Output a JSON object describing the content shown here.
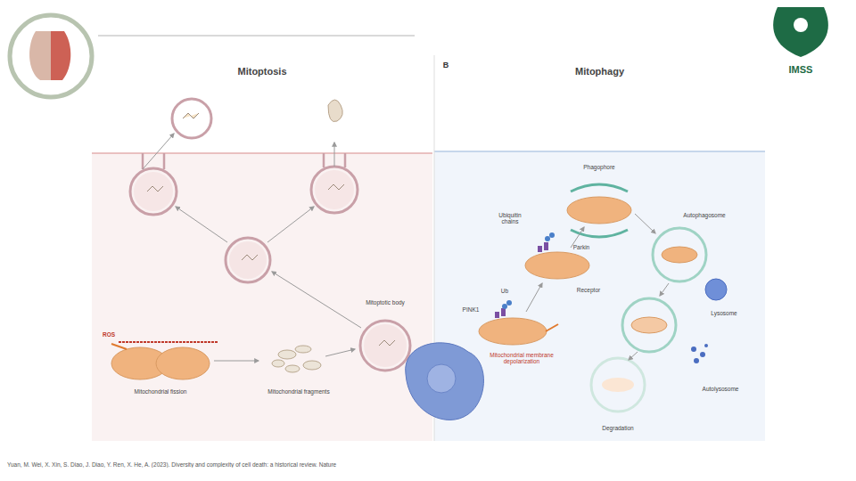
{
  "diagram": {
    "caption": "Yuan, M. Wei, X. Xin, S. Diao, J. Diao, Y. Ren, X. He, A. (2023). Diversity and complexity of cell death: a historical review. Nature",
    "nodes": [
      {
        "text": [
          "Mitoptosis"
        ]
      },
      {
        "text": [
          "Mitophagy"
        ]
      }
    ],
    "labels": [
      "B",
      "ROS",
      "Mitochondrial fission",
      "Mitochondrial fragments",
      "Mitoptotic body",
      "Phagophore",
      "Ubiquitin chains",
      "Parkin",
      "PINK1",
      "Ub",
      "Receptor",
      "Mitochondrial membrane depolarization",
      "Autophagosome",
      "Lysosome",
      "Autolysosome",
      "Degradation",
      "IMSS"
    ]
  }
}
